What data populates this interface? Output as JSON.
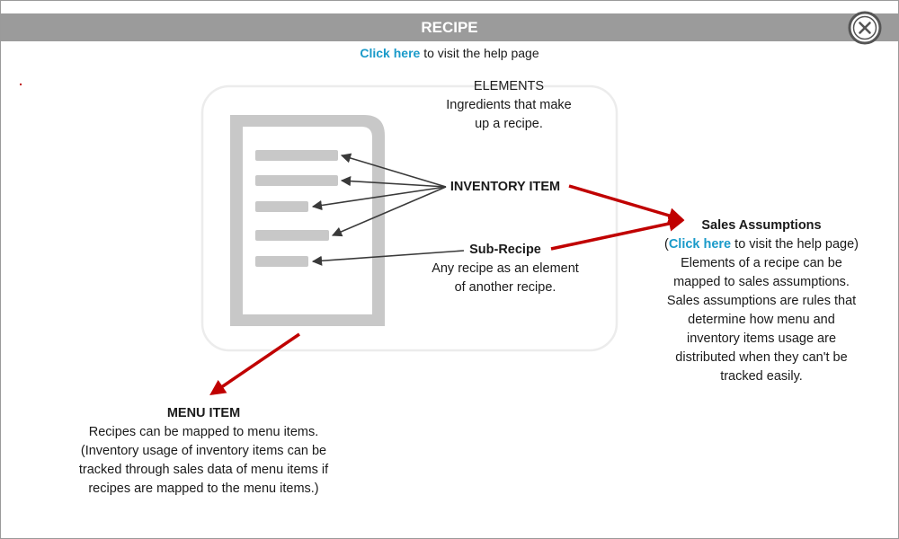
{
  "header": {
    "title": "RECIPE"
  },
  "help": {
    "link_text": "Click here",
    "rest": " to visit the help page"
  },
  "elements": {
    "title": "ELEMENTS",
    "line1": "Ingredients that make",
    "line2": "up a recipe."
  },
  "inventory_item": {
    "label": "INVENTORY ITEM"
  },
  "sub_recipe": {
    "label": "Sub-Recipe",
    "line1": "Any recipe as an element",
    "line2": "of another recipe."
  },
  "sales_assumptions": {
    "title": "Sales Assumptions",
    "open_paren": "(",
    "link_text": "Click here",
    "link_rest": " to visit the help page)",
    "lines": [
      "Elements of a recipe can be",
      "mapped to sales assumptions.",
      "Sales assumptions are rules that",
      "determine how menu and",
      "inventory items usage are",
      "distributed when they can't be",
      "tracked easily."
    ]
  },
  "menu_item": {
    "title": "MENU ITEM",
    "lines": [
      "Recipes can be mapped to menu items.",
      "(Inventory usage of inventory items can be",
      "tracked through sales data of menu items if",
      "recipes are mapped to the menu items.)"
    ]
  },
  "colors": {
    "titlebar": "#9b9b9b",
    "link": "#1a9ac9",
    "arrow_red": "#c00000",
    "doc_gray": "#c8c8c8"
  }
}
